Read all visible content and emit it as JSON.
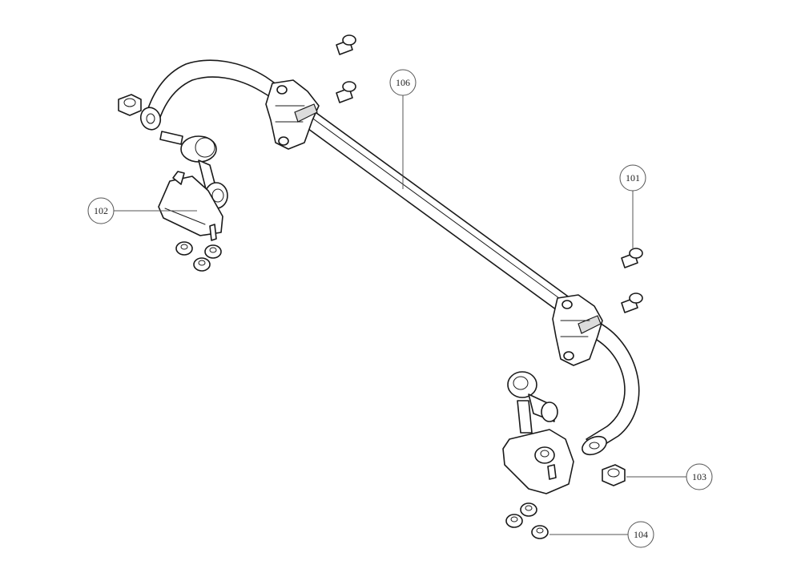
{
  "callouts": {
    "c101": {
      "label": "101"
    },
    "c102": {
      "label": "102"
    },
    "c103": {
      "label": "103"
    },
    "c104": {
      "label": "104"
    },
    "c106": {
      "label": "106"
    }
  }
}
